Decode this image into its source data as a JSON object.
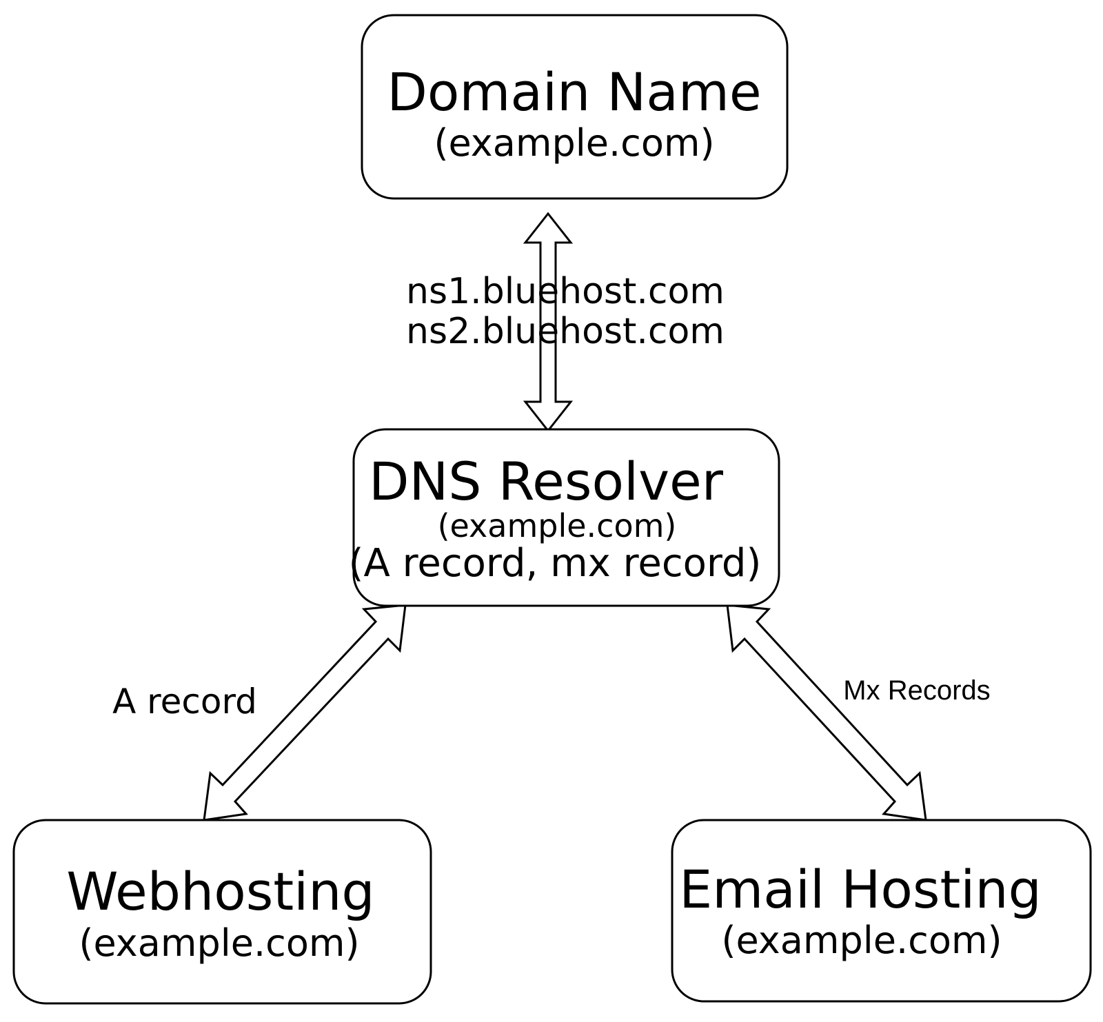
{
  "diagram": {
    "title": "DNS resolution and hosting relationship diagram",
    "background_color": "#ffffff",
    "line_color": "#000000",
    "box_fill_color": "#ffffff",
    "nodes": [
      {
        "id": "domain-name",
        "title": "Domain Name",
        "subtitle": "(example.com)"
      },
      {
        "id": "dns-resolver",
        "title": "DNS Resolver",
        "subtitle": "(example.com)",
        "subtitle2": "(A record, mx record)"
      },
      {
        "id": "webhosting",
        "title": "Webhosting",
        "subtitle": "(example.com)"
      },
      {
        "id": "email-hosting",
        "title": "Email Hosting",
        "subtitle": "(example.com)"
      }
    ],
    "edges": [
      {
        "id": "domain-to-dns",
        "label_line1": "ns1.bluehost.com",
        "label_line2": "ns2.bluehost.com",
        "direction": "bidirectional"
      },
      {
        "id": "dns-to-webhosting",
        "label": "A record",
        "direction": "bidirectional"
      },
      {
        "id": "dns-to-email",
        "label": "Mx Records",
        "direction": "bidirectional"
      }
    ]
  }
}
